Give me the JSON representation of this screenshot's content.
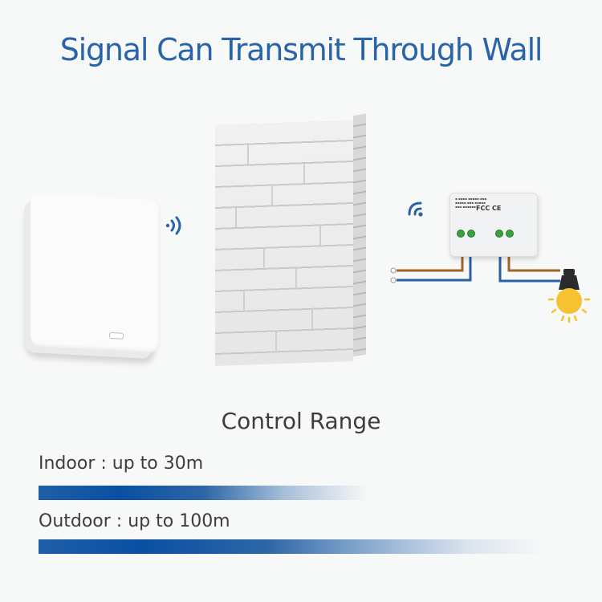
{
  "header": {
    "title": "Signal Can Transmit Through Wall"
  },
  "illustration": {
    "transmitter": {
      "name": "wireless-wall-switch",
      "icon": "wifi-signal-icon"
    },
    "obstacle": {
      "name": "brick-wall"
    },
    "receiver": {
      "name": "relay-receiver-module",
      "cert_marks": "FCC CE",
      "icon": "wifi-signal-icon"
    },
    "load": {
      "name": "light-bulb",
      "color": "#f5c331"
    },
    "wire_colors": {
      "live": "#a0642a",
      "neutral": "#2a5ea8"
    }
  },
  "range": {
    "title": "Control Range",
    "items": [
      {
        "label": "Indoor : up to 30m",
        "distance_m": 30
      },
      {
        "label": "Outdoor : up to 100m",
        "distance_m": 100
      }
    ]
  },
  "colors": {
    "accent": "#2a64a8",
    "bar": "#0a4fa3",
    "text": "#3d3d3d",
    "background": "#f7f8f8"
  }
}
